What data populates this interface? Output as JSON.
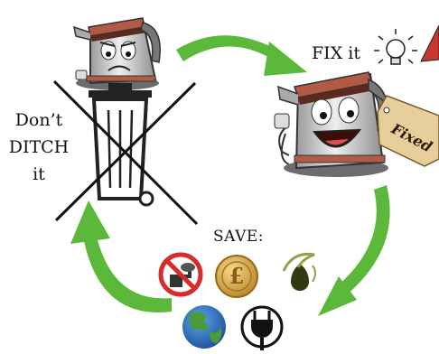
{
  "labels": {
    "fix_it": "FIX it",
    "fixed_tag": "Fixed",
    "dont": "Don’t",
    "ditch": "DITCH",
    "it": "it",
    "save": "SAVE:"
  },
  "icons": [
    "sad-kettle-icon",
    "happy-kettle-icon",
    "lightbulb-icon",
    "pencil-icon",
    "crossed-out-bin-icon",
    "no-co2-icon",
    "pound-coin-icon",
    "oil-drop-icon",
    "globe-icon",
    "plug-icon"
  ],
  "colors": {
    "arrow_green": "#5cb83a",
    "kettle_body": "#c9c9c9",
    "kettle_band": "#b15b46",
    "tag": "#e6cf9a",
    "coin": "#d7a83a",
    "oil": "#2f3a12"
  }
}
